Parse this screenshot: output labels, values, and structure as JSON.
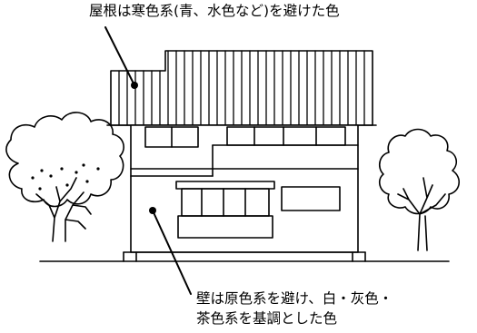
{
  "annotations": {
    "roof": "屋根は寒色系(青、水色など)を避けた色",
    "wall_line1": "壁は原色系を避け、白・灰色・",
    "wall_line2": "茶色系を基調とした色"
  }
}
